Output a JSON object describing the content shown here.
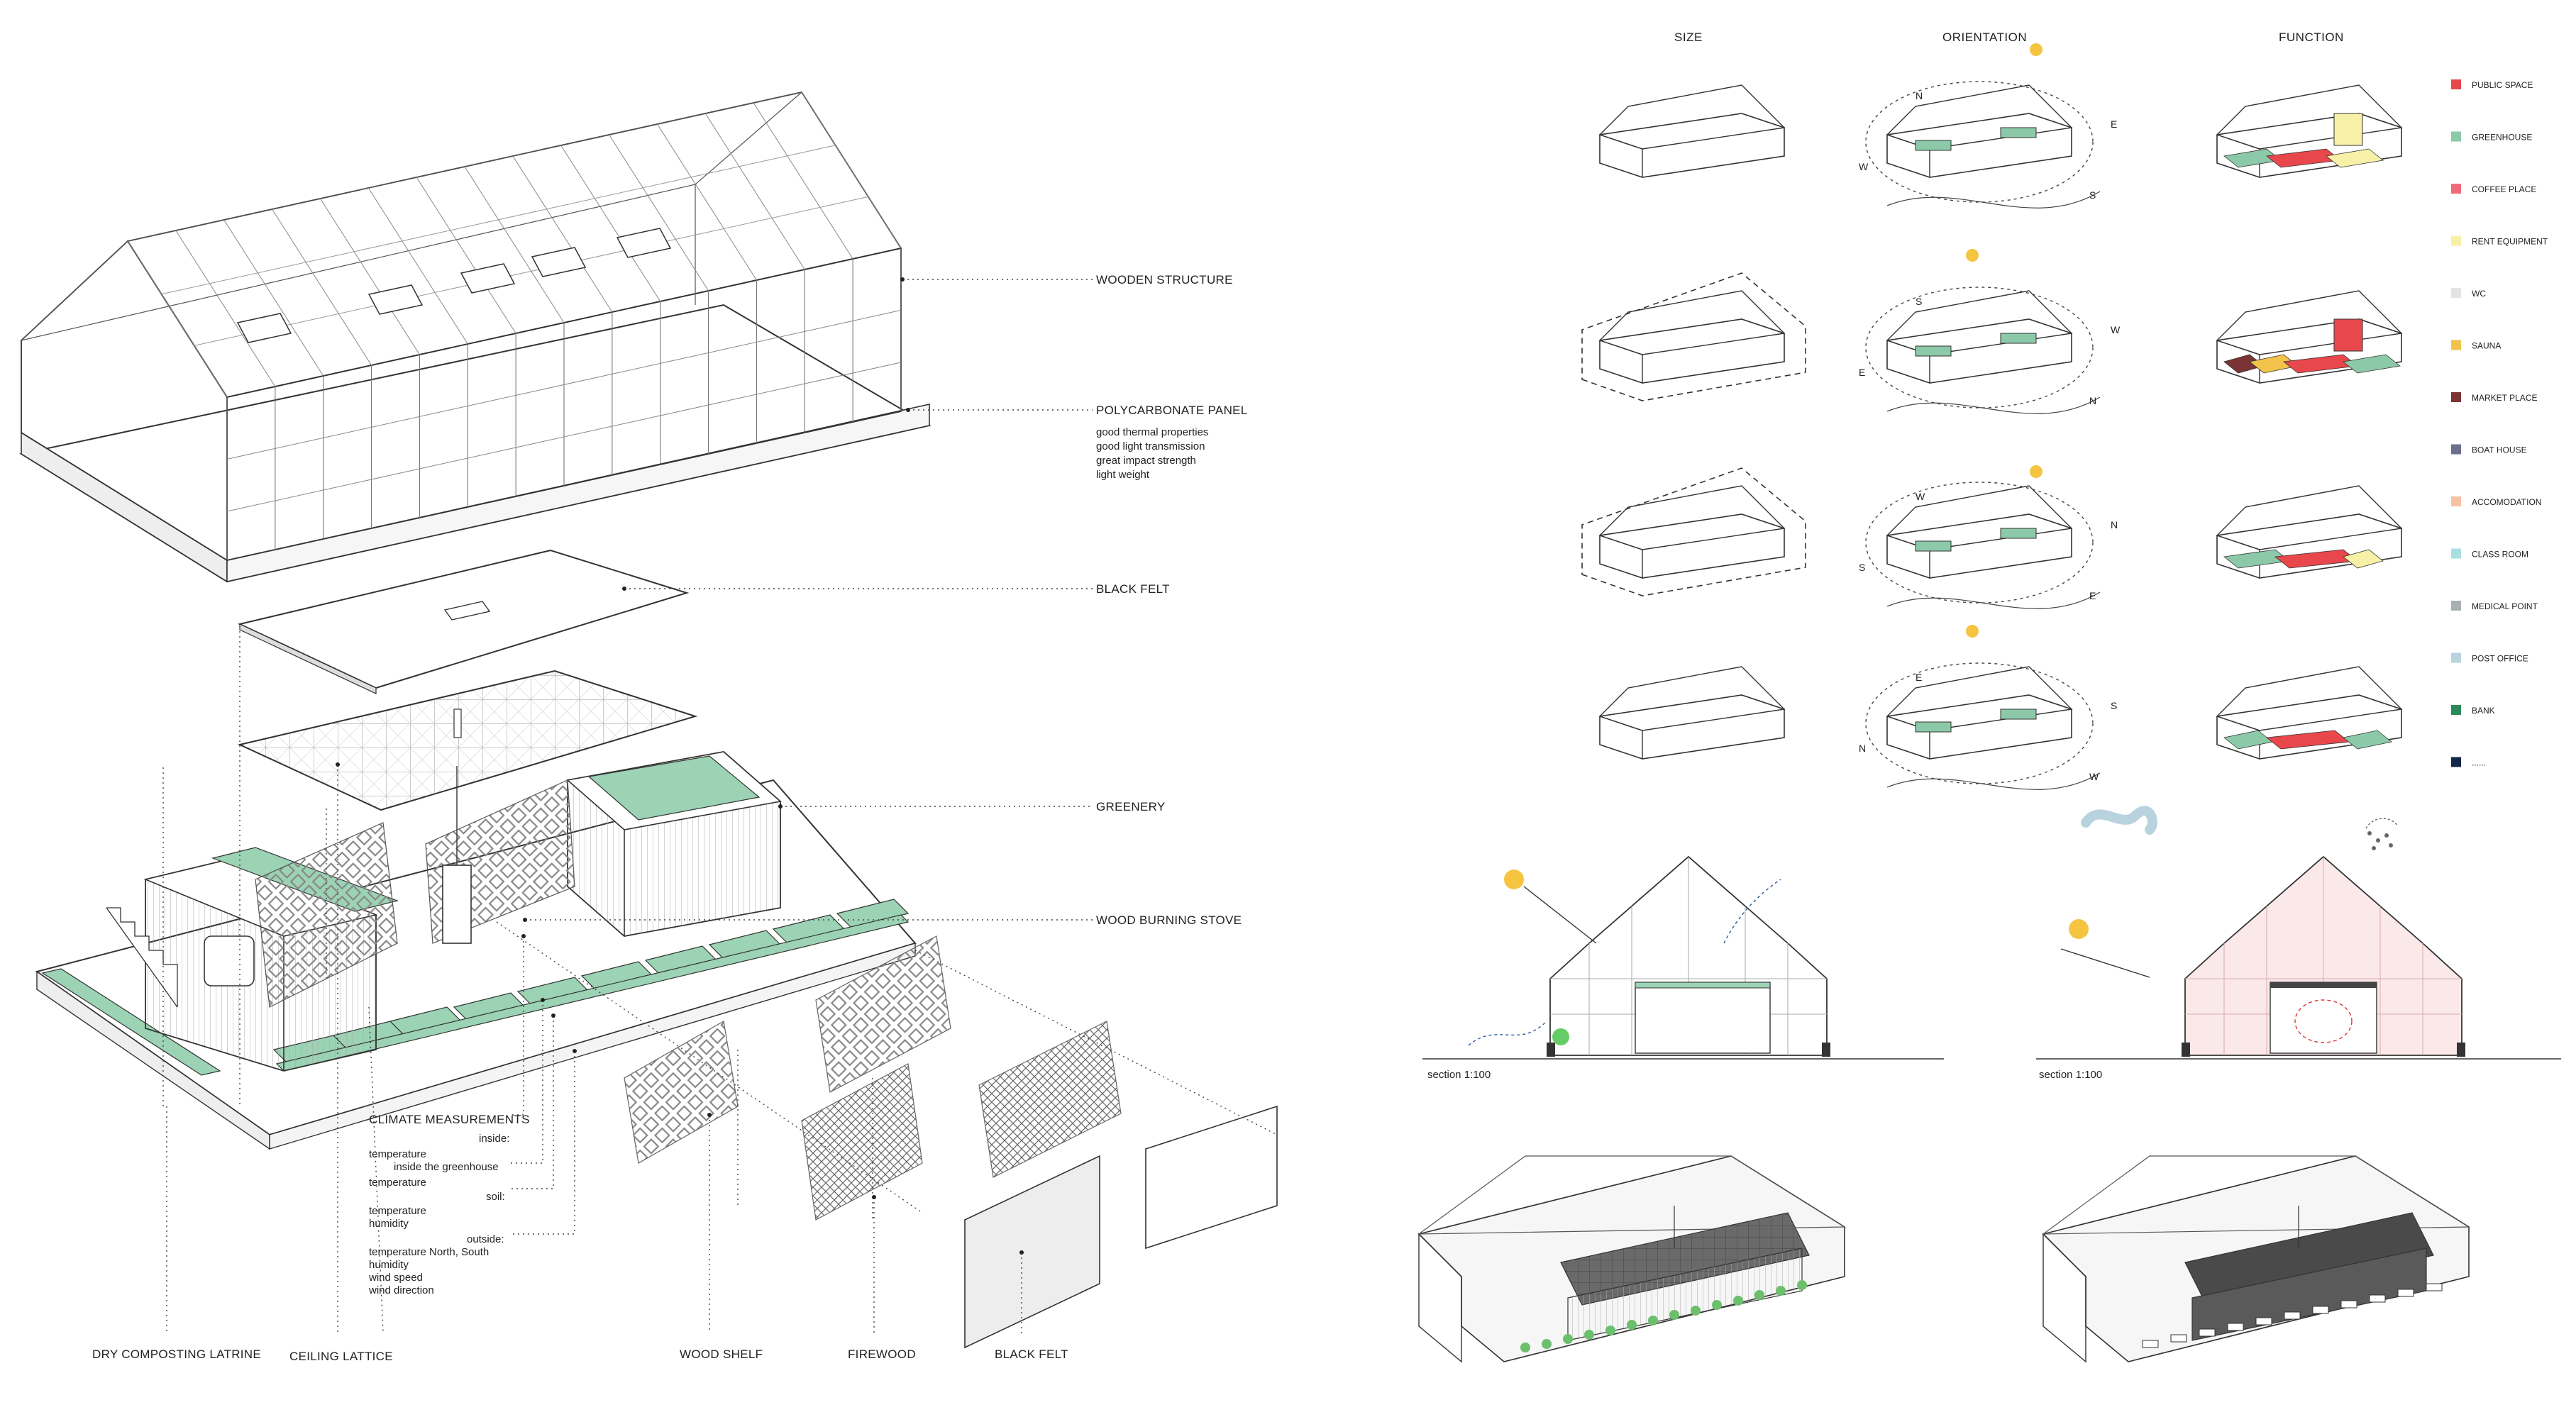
{
  "exploded_axonometric": {
    "callouts": {
      "wooden_structure": "WOODEN STRUCTURE",
      "polycarbonate_panel": "POLYCARBONATE PANEL",
      "polycarbonate_props": [
        "good thermal properties",
        "good light transmission",
        "great impact strength",
        "light weight"
      ],
      "black_felt_top": "BLACK FELT",
      "greenery": "GREENERY",
      "wood_burning_stove": "WOOD BURNING STOVE"
    },
    "climate": {
      "title": "CLIMATE MEASUREMENTS",
      "lines": [
        "inside:",
        "temperature",
        "inside the greenhouse",
        "temperature",
        "soil:",
        "temperature",
        "humidity",
        "outside:",
        "temperature North, South",
        "humidity",
        "wind speed",
        "wind direction"
      ]
    },
    "bottom_labels": {
      "latrine": "DRY COMPOSTING LATRINE",
      "ceiling_lattice": "CEILING LATTICE",
      "wood_shelf": "WOOD SHELF",
      "firewood": "FIREWOOD",
      "black_felt": "BLACK FELT"
    }
  },
  "matrix": {
    "headers": {
      "size": "SIZE",
      "orientation": "ORIENTATION",
      "function": "FUNCTION"
    },
    "rows": [
      {
        "compass": [
          "N",
          "E",
          "W",
          "S"
        ]
      },
      {
        "compass": [
          "S",
          "W",
          "E",
          "N"
        ]
      },
      {
        "compass": [
          "W",
          "N",
          "S",
          "E"
        ]
      },
      {
        "compass": [
          "E",
          "S",
          "N",
          "W"
        ]
      }
    ]
  },
  "legend": [
    {
      "label": "PUBLIC SPACE",
      "color": "#e8474c"
    },
    {
      "label": "GREENHOUSE",
      "color": "#8cc9a8"
    },
    {
      "label": "COFFEE PLACE",
      "color": "#ef6b79"
    },
    {
      "label": "RENT EQUIPMENT",
      "color": "#f7f1a8"
    },
    {
      "label": "WC",
      "color": "#e3e3e3"
    },
    {
      "label": "SAUNA",
      "color": "#f2c24a"
    },
    {
      "label": "MARKET PLACE",
      "color": "#7a3434"
    },
    {
      "label": "BOAT HOUSE",
      "color": "#6c6f8c"
    },
    {
      "label": "ACCOMODATION",
      "color": "#f7c1a4"
    },
    {
      "label": "CLASS ROOM",
      "color": "#aadfe2"
    },
    {
      "label": "MEDICAL POINT",
      "color": "#a9b0b3"
    },
    {
      "label": "POST OFFICE",
      "color": "#b9d3de"
    },
    {
      "label": "BANK",
      "color": "#2b8a5a"
    },
    {
      "label": "......",
      "color": "#12274a"
    }
  ],
  "sections": {
    "left_caption": "section 1:100",
    "right_caption": "section 1:100"
  }
}
